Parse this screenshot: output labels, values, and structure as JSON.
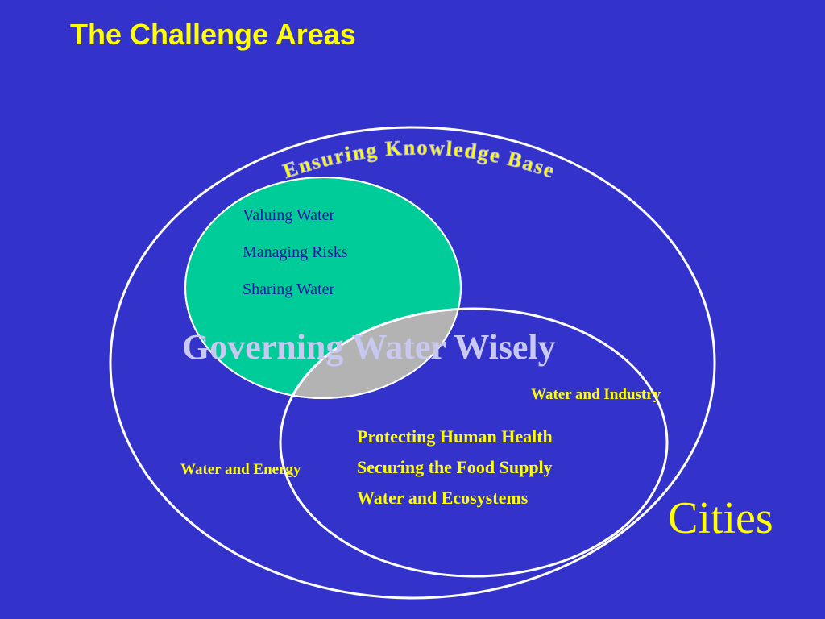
{
  "title": "The Challenge Areas",
  "outer_label": "Ensuring Knowledge Base",
  "center_label": "Governing Water Wisely",
  "green_circle": {
    "items": [
      "Valuing Water",
      "Managing Risks",
      "Sharing Water"
    ]
  },
  "lower_circle": {
    "items": [
      "Protecting Human Health",
      "Securing the Food Supply",
      "Water and Ecosystems"
    ]
  },
  "side_labels": {
    "industry": "Water and Industry",
    "energy": "Water and Energy"
  },
  "corner_label": "Cities",
  "colors": {
    "background": "#3333cc",
    "title": "#ffff00",
    "green_fill": "#00cc99",
    "overlap_fill": "#b3b3b3",
    "outline": "#ffffff",
    "governing": "#c8c8f0"
  }
}
